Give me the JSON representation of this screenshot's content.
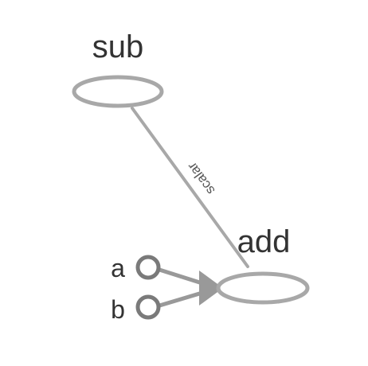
{
  "graph": {
    "nodes": {
      "sub": {
        "label": "sub"
      },
      "add": {
        "label": "add"
      },
      "a": {
        "label": "a"
      },
      "b": {
        "label": "b"
      }
    },
    "edges": {
      "sub_to_add": {
        "label": "scalar"
      }
    }
  },
  "colors": {
    "op_stroke": "#a8a8a8",
    "input_stroke": "#7a7a7a",
    "edge": "#a8a8a8",
    "arrow": "#999999",
    "label": "#333333"
  }
}
